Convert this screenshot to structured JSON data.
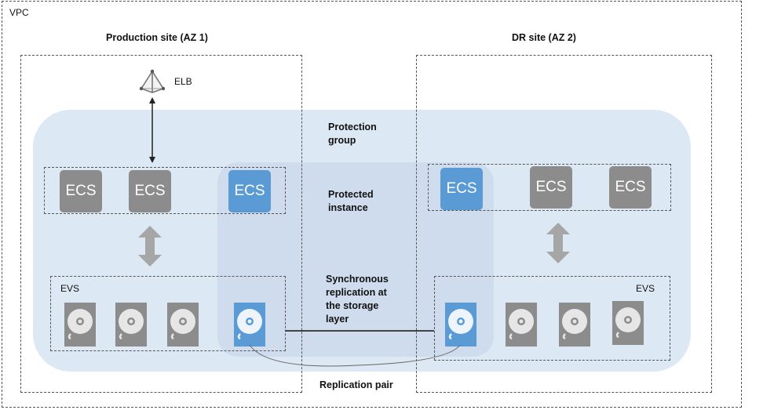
{
  "vpc": {
    "label": "VPC"
  },
  "sites": {
    "production": {
      "title": "Production site (AZ 1)"
    },
    "dr": {
      "title": "DR site (AZ 2)"
    }
  },
  "elb": {
    "label": "ELB"
  },
  "labels": {
    "protection_group": [
      "Protection",
      "group"
    ],
    "protected_instance": [
      "Protected",
      "instance"
    ],
    "sync_replication": [
      "Synchronous",
      "replication at",
      "the storage",
      "layer"
    ],
    "replication_pair": "Replication pair"
  },
  "production": {
    "ecs": [
      "ECS",
      "ECS",
      "ECS"
    ],
    "evs_label": "EVS"
  },
  "dr": {
    "ecs": [
      "ECS",
      "ECS",
      "ECS"
    ],
    "evs_label": "EVS"
  },
  "colors": {
    "gray": "#8c8c8c",
    "blue": "#5b9bd5",
    "group_fill": "#dde8f5",
    "instance_fill": "#cfdcee"
  }
}
